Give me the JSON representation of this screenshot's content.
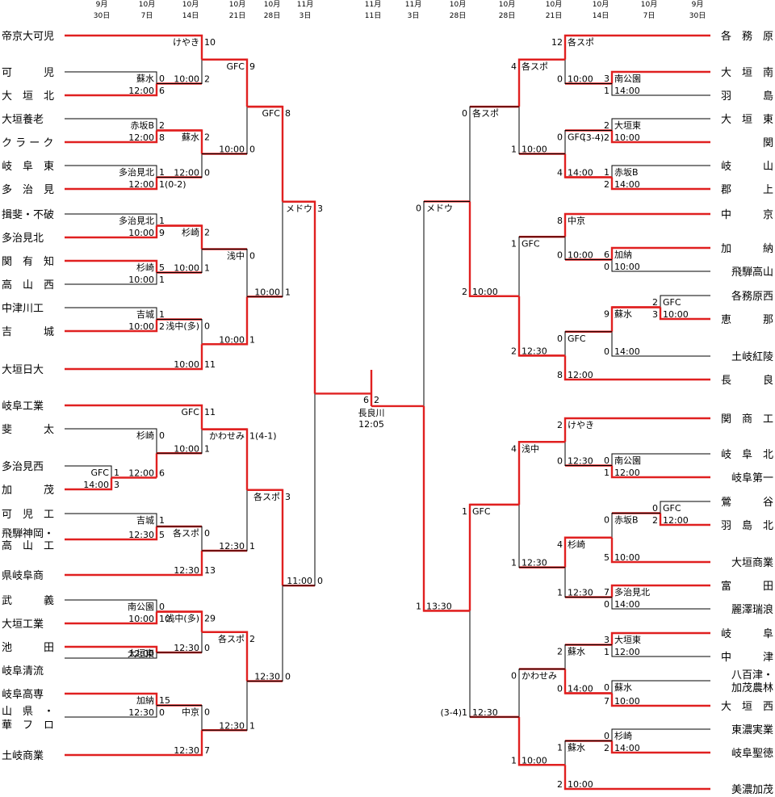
{
  "header": {
    "left": [
      [
        "9月",
        "30日"
      ],
      [
        "10月",
        "7日"
      ],
      [
        "10月",
        "14日"
      ],
      [
        "10月",
        "21日"
      ],
      [
        "10月",
        "28日"
      ],
      [
        "11月",
        "3日"
      ]
    ],
    "center": [
      [
        "11月",
        "11日"
      ]
    ],
    "right": [
      [
        "11月",
        "3日"
      ],
      [
        "10月",
        "28日"
      ],
      [
        "10月",
        "28日"
      ],
      [
        "10月",
        "21日"
      ],
      [
        "10月",
        "14日"
      ],
      [
        "10月",
        "7日"
      ],
      [
        "9月",
        "30日"
      ]
    ]
  },
  "left_teams": [
    {
      "name": "帝京大可児",
      "win": true
    },
    {
      "name": "可　　　児",
      "win": false
    },
    {
      "name": "大　垣　北",
      "win": true
    },
    {
      "name": "大垣養老",
      "win": false
    },
    {
      "name": "ク ラ ー ク",
      "win": true
    },
    {
      "name": "岐　阜　東",
      "win": false
    },
    {
      "name": "多　治　見",
      "win": true
    },
    {
      "name": "揖斐・不破",
      "win": false
    },
    {
      "name": "多治見北",
      "win": true
    },
    {
      "name": "関　有　知",
      "win": true
    },
    {
      "name": "高　山　西",
      "win": false
    },
    {
      "name": "中津川工",
      "win": false
    },
    {
      "name": "吉　　　城",
      "win": true
    },
    {
      "name": "大垣日大",
      "win": true
    },
    {
      "name": "岐阜工業",
      "win": true
    },
    {
      "name": "斐　　　太",
      "win": false
    },
    {
      "name": "多治見西",
      "win": false
    },
    {
      "name": "加　　　茂",
      "win": true
    },
    {
      "name": "可　児　工",
      "win": false
    },
    {
      "name": "飛騨神岡・",
      "win": true
    },
    {
      "name": "高　山　工",
      "win": true
    },
    {
      "name": "県岐阜商",
      "win": true
    },
    {
      "name": "武　　　義",
      "win": false
    },
    {
      "name": "大垣工業",
      "win": true
    },
    {
      "name": "池　　　田",
      "win": true
    },
    {
      "name": "岐阜清流",
      "win": false
    },
    {
      "name": "岐阜高専",
      "win": true
    },
    {
      "name": "山　県　・",
      "win": false
    },
    {
      "name": "華　フ　ロ",
      "win": false
    },
    {
      "name": "土岐商業",
      "win": true
    }
  ],
  "right_teams": [
    {
      "name": "各　務　原",
      "win": true
    },
    {
      "name": "大　垣　南",
      "win": true
    },
    {
      "name": "羽　　　島",
      "win": false
    },
    {
      "name": "大　垣　東",
      "win": false
    },
    {
      "name": "関",
      "win": true
    },
    {
      "name": "岐　　　山",
      "win": false
    },
    {
      "name": "郡　　　上",
      "win": true
    },
    {
      "name": "中　　　京",
      "win": true
    },
    {
      "name": "加　　　納",
      "win": true
    },
    {
      "name": "飛騨高山",
      "win": false
    },
    {
      "name": "各務原西",
      "win": false
    },
    {
      "name": "恵　　　那",
      "win": true
    },
    {
      "name": "土岐紅陵",
      "win": false
    },
    {
      "name": "長　　　良",
      "win": true
    },
    {
      "name": "関　商　工",
      "win": true
    },
    {
      "name": "岐　阜　北",
      "win": false
    },
    {
      "name": "岐阜第一",
      "win": true
    },
    {
      "name": "鶯　　　谷",
      "win": false
    },
    {
      "name": "羽　島　北",
      "win": true
    },
    {
      "name": "大垣商業",
      "win": true
    },
    {
      "name": "富　　　田",
      "win": true
    },
    {
      "name": "麗澤瑞浪",
      "win": false
    },
    {
      "name": "岐　　　阜",
      "win": true
    },
    {
      "name": "中　　　津",
      "win": false
    },
    {
      "name": "八百津・",
      "win": false
    },
    {
      "name": "加茂農林",
      "win": false
    },
    {
      "name": "大　垣　西",
      "win": true
    },
    {
      "name": "東濃実業",
      "win": false
    },
    {
      "name": "岐阜聖徳",
      "win": true
    },
    {
      "name": "美濃加茂",
      "win": true
    }
  ],
  "matches": [
    {
      "id": "L1",
      "venue": "蘇水",
      "time": "12:00",
      "s1": "0",
      "s2": "6"
    },
    {
      "id": "L2",
      "venue": "けやき",
      "time": "10:00",
      "s1": "10",
      "s2": "2"
    },
    {
      "id": "L3",
      "venue": "赤坂B",
      "time": "12:00",
      "s1": "2",
      "s2": "8"
    },
    {
      "id": "L4",
      "venue": "多治見北",
      "time": "12:00",
      "s1": "1",
      "s2": "1(0-2)"
    },
    {
      "id": "L5",
      "venue": "蘇水",
      "time": "12:00",
      "s1": "2",
      "s2": "0"
    },
    {
      "id": "L6",
      "venue": "GFC",
      "time": "10:00",
      "s1": "9",
      "s2": "0"
    },
    {
      "id": "L7",
      "venue": "多治見北",
      "time": "10:00",
      "s1": "1",
      "s2": "9"
    },
    {
      "id": "L8",
      "venue": "杉崎",
      "time": "10:00",
      "s1": "5",
      "s2": "1"
    },
    {
      "id": "L9",
      "venue": "杉崎",
      "time": "10:00",
      "s1": "2",
      "s2": "1"
    },
    {
      "id": "L10",
      "venue": "吉城",
      "time": "10:00",
      "s1": "1",
      "s2": "2"
    },
    {
      "id": "L11",
      "venue": "浅中(多)",
      "time": "10:00",
      "s1": "0",
      "s2": "11"
    },
    {
      "id": "L12",
      "venue": "浅中",
      "time": "10:00",
      "s1": "0",
      "s2": "1"
    },
    {
      "id": "L13",
      "venue": "GFC",
      "time": "10:00",
      "s1": "8",
      "s2": "1"
    },
    {
      "id": "L14",
      "venue": "GFC",
      "time": "14:00",
      "s1": "1",
      "s2": "3"
    },
    {
      "id": "L15",
      "venue": "杉崎",
      "time": "12:00",
      "s1": "0",
      "s2": "6"
    },
    {
      "id": "L16",
      "venue": "GFC",
      "time": "10:00",
      "s1": "11",
      "s2": "1"
    },
    {
      "id": "L17",
      "venue": "吉城",
      "time": "12:30",
      "s1": "1",
      "s2": "5"
    },
    {
      "id": "L18",
      "venue": "各スポ",
      "time": "12:30",
      "s1": "0",
      "s2": "13"
    },
    {
      "id": "L19",
      "venue": "かわせみ",
      "time": "12:30",
      "s1": "1(4-1)",
      "s2": "1"
    },
    {
      "id": "L20",
      "venue": "南公園",
      "time": "10:00",
      "s1": "0",
      "s2": "10"
    },
    {
      "id": "L21",
      "venue": "大垣東",
      "time": "12:00",
      "s1": "",
      "s2": ""
    },
    {
      "id": "L22",
      "venue": "浅中(多)",
      "time": "12:30",
      "s1": "29",
      "s2": "0"
    },
    {
      "id": "L23",
      "venue": "加納",
      "time": "12:30",
      "s1": "15",
      "s2": "0"
    },
    {
      "id": "L24",
      "venue": "中京",
      "time": "12:30",
      "s1": "0",
      "s2": "7"
    },
    {
      "id": "L25",
      "venue": "各スポ",
      "time": "12:30",
      "s1": "2",
      "s2": "1"
    },
    {
      "id": "L26",
      "venue": "各スポ",
      "time": "12:30",
      "s1": "3",
      "s2": "0"
    },
    {
      "id": "L27",
      "venue": "メドウ",
      "time": "11:00",
      "s1": "3",
      "s2": "0"
    },
    {
      "id": "F",
      "venue": "長良川",
      "time": "12:05",
      "s1": "6",
      "s2": "2"
    },
    {
      "id": "R27",
      "venue": "メドウ",
      "time": "13:30",
      "s1": "0",
      "s2": "1"
    },
    {
      "id": "R1",
      "venue": "各スポ",
      "time": "10:00",
      "s1": "12",
      "s2": "0"
    },
    {
      "id": "R2",
      "venue": "南公園",
      "time": "14:00",
      "s1": "3",
      "s2": "1"
    },
    {
      "id": "R3",
      "venue": "大垣東",
      "time": "10:00",
      "s1": "2",
      "s2": "(3-4)2"
    },
    {
      "id": "R4",
      "venue": "赤坂B",
      "time": "14:00",
      "s1": "1",
      "s2": "2"
    },
    {
      "id": "R5",
      "venue": "GFC",
      "time": "14:00",
      "s1": "0",
      "s2": "4"
    },
    {
      "id": "R6",
      "venue": "各スポ",
      "time": "10:00",
      "s1": "4",
      "s2": "1"
    },
    {
      "id": "R7",
      "venue": "各スポ",
      "time": "10:00",
      "s1": "0",
      "s2": "2"
    },
    {
      "id": "R8",
      "venue": "中京",
      "time": "10:00",
      "s1": "8",
      "s2": "0"
    },
    {
      "id": "R9",
      "venue": "加納",
      "time": "10:00",
      "s1": "6",
      "s2": "0"
    },
    {
      "id": "R10",
      "venue": "GFC",
      "time": "10:00",
      "s1": "2",
      "s2": "3"
    },
    {
      "id": "R11",
      "venue": "蘇水",
      "time": "14:00",
      "s1": "9",
      "s2": "0"
    },
    {
      "id": "R12",
      "venue": "GFC",
      "time": "12:00",
      "s1": "0",
      "s2": "8"
    },
    {
      "id": "R13",
      "venue": "GFC",
      "time": "12:30",
      "s1": "1",
      "s2": "2"
    },
    {
      "id": "R14",
      "venue": "けやき",
      "time": "12:30",
      "s1": "2",
      "s2": "0"
    },
    {
      "id": "R15",
      "venue": "南公園",
      "time": "12:00",
      "s1": "0",
      "s2": "1"
    },
    {
      "id": "R16",
      "venue": "GFC",
      "time": "12:00",
      "s1": "0",
      "s2": "2"
    },
    {
      "id": "R17",
      "venue": "赤坂B",
      "time": "10:00",
      "s1": "0",
      "s2": "5"
    },
    {
      "id": "R18",
      "venue": "杉崎",
      "time": "12:30",
      "s1": "4",
      "s2": "1"
    },
    {
      "id": "R19",
      "venue": "多治見北",
      "time": "14:00",
      "s1": "7",
      "s2": "0"
    },
    {
      "id": "R20",
      "venue": "浅中",
      "time": "12:30",
      "s1": "4",
      "s2": "1"
    },
    {
      "id": "R21",
      "venue": "大垣東",
      "time": "12:00",
      "s1": "3",
      "s2": "1"
    },
    {
      "id": "R22",
      "venue": "蘇水",
      "time": "14:00",
      "s1": "2",
      "s2": "0"
    },
    {
      "id": "R23",
      "venue": "蘇水",
      "time": "10:00",
      "s1": "0",
      "s2": "7"
    },
    {
      "id": "R24",
      "venue": "杉崎",
      "time": "14:00",
      "s1": "0",
      "s2": "2"
    },
    {
      "id": "R25",
      "venue": "蘇水",
      "time": "10:00",
      "s1": "1",
      "s2": "2"
    },
    {
      "id": "R26",
      "venue": "かわせみ",
      "time": "10:00",
      "s1": "0",
      "s2": "1"
    },
    {
      "id": "R28",
      "venue": "GFC",
      "time": "12:30",
      "s1": "1",
      "s2": "(3-4)1"
    }
  ]
}
